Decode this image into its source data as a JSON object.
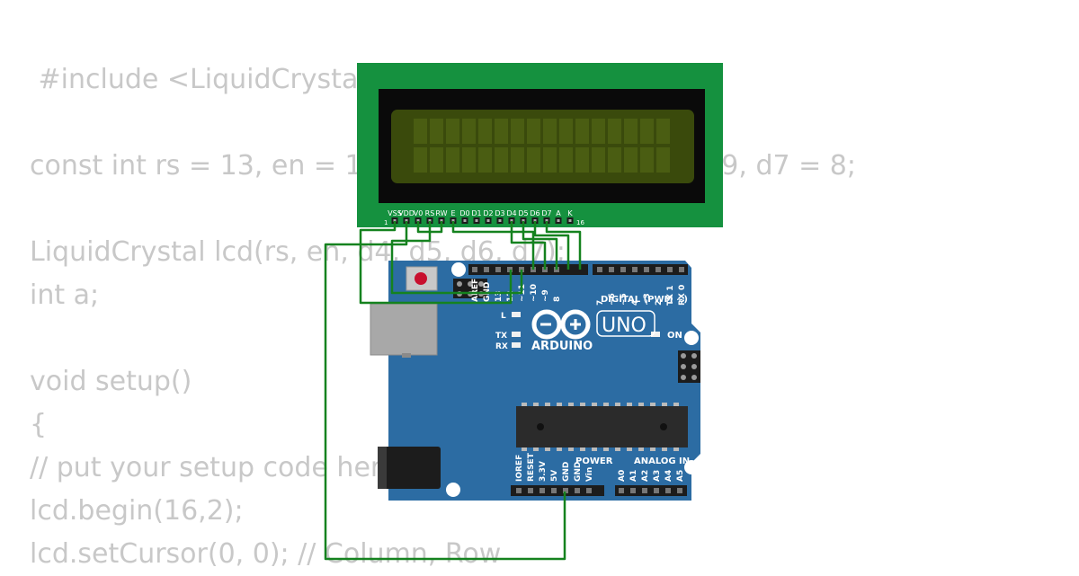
{
  "code_lines": [
    " #include <LiquidCrystal.h>",
    "",
    "const int rs = 13, en = 12, d4 = 11, d5 = 10, d6 = 9, d7 = 8;",
    "",
    "LiquidCrystal lcd(rs, en, d4, d5, d6, d7);",
    "int a;",
    "",
    "void setup()",
    "{",
    "// put your setup code here",
    "lcd.begin(16,2);",
    "lcd.setCursor(0, 0); // Column, Row"
  ],
  "lcd": {
    "pin_labels": [
      "VSS",
      "VDD",
      "V0",
      "RS",
      "RW",
      "E",
      "D0",
      "D1",
      "D2",
      "D3",
      "D4",
      "D5",
      "D6",
      "D7",
      "A",
      "K"
    ],
    "pin_first": "1",
    "pin_last": "16",
    "board_color": "#15913f",
    "screen_color": "#3a4a0c"
  },
  "arduino": {
    "board_color": "#2c6ca3",
    "logo_text": "ARDUINO",
    "model_badge": "UNO",
    "digital_header_label": "DIGITAL (PWM ~)",
    "power_header_label": "POWER",
    "analog_header_label": "ANALOG IN",
    "digital_pins": [
      "AREF",
      "GND",
      "13",
      "12",
      "~11",
      "~10",
      "~9",
      "8",
      "7",
      "~6",
      "~5",
      "4",
      "~3",
      "2",
      "TX 1",
      "RX 0"
    ],
    "power_pins": [
      "IOREF",
      "RESET",
      "3.3V",
      "5V",
      "GND",
      "GND",
      "Vin"
    ],
    "analog_pins": [
      "A0",
      "A1",
      "A2",
      "A3",
      "A4",
      "A5"
    ],
    "led_labels": {
      "l": "L",
      "tx": "TX",
      "rx": "RX",
      "on": "ON"
    }
  },
  "wire_color": "#15821f"
}
